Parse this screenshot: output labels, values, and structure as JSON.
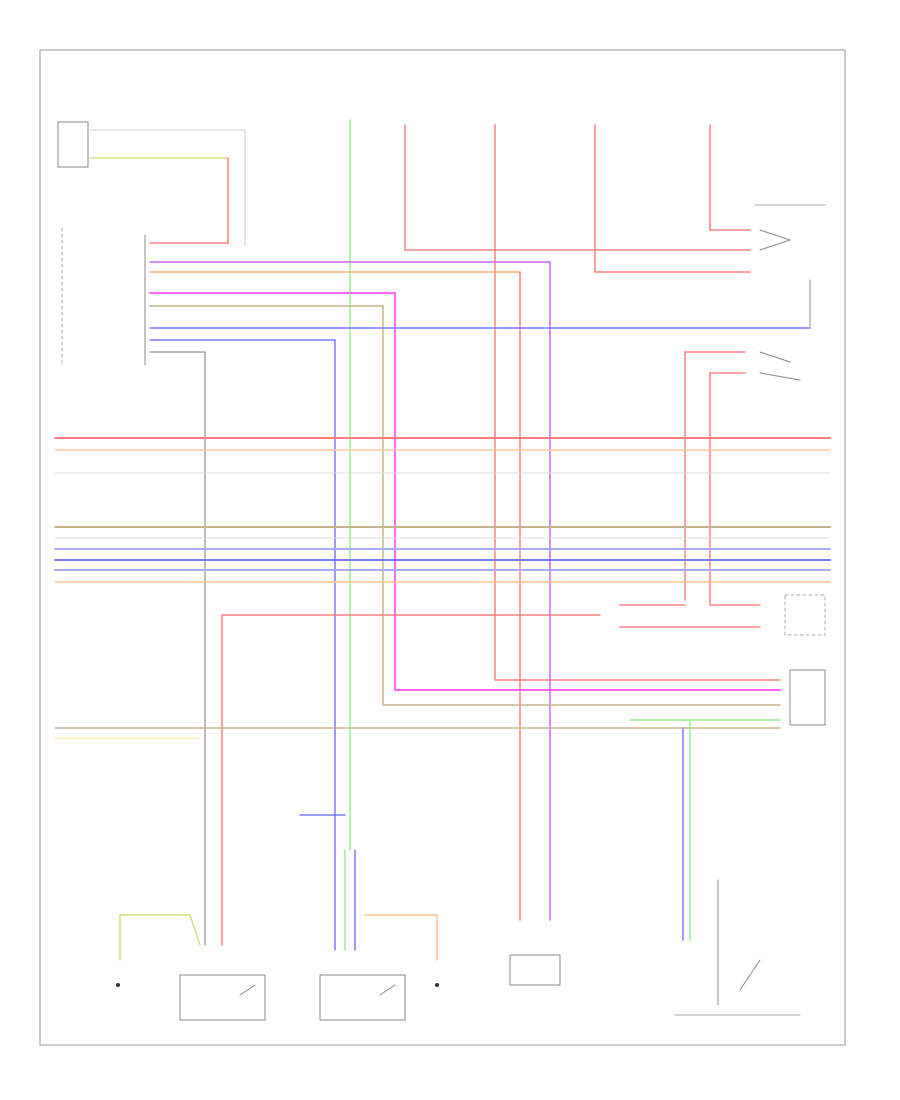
{
  "diagram": {
    "footer_code": "",
    "colors": {
      "red": "#ff8080",
      "magenta": "#ff66ff",
      "violet": "#cc66ff",
      "green": "#99ee88",
      "blue": "#7a7aff",
      "tan": "#c8b48c",
      "orange": "#ffb070",
      "yellow_green": "#d0e080",
      "black": "#555555",
      "grey": "#cccccc",
      "frame": "#999999"
    },
    "components": [
      {
        "id": "lh-front-sensor",
        "name": "",
        "icon": "sensor-icon"
      },
      {
        "id": "central-control-module",
        "name": "",
        "icon": "module-icon"
      },
      {
        "id": "lh-power-seat-switch",
        "name": "",
        "icon": "switch-icon"
      },
      {
        "id": "passenger-seat-switch",
        "name": "",
        "icon": "switch-icon"
      },
      {
        "id": "brake-light-switch",
        "name": "",
        "icon": "switch-icon"
      },
      {
        "id": "seat-belt-buckle",
        "name": "",
        "icon": "switch-icon"
      },
      {
        "id": "rear-sensor",
        "name": "",
        "icon": "sensor-icon"
      },
      {
        "id": "ground-left",
        "name": "",
        "icon": "ground-icon"
      },
      {
        "id": "ground-right",
        "name": "",
        "icon": "ground-icon"
      }
    ],
    "legend": [
      "",
      ""
    ]
  }
}
